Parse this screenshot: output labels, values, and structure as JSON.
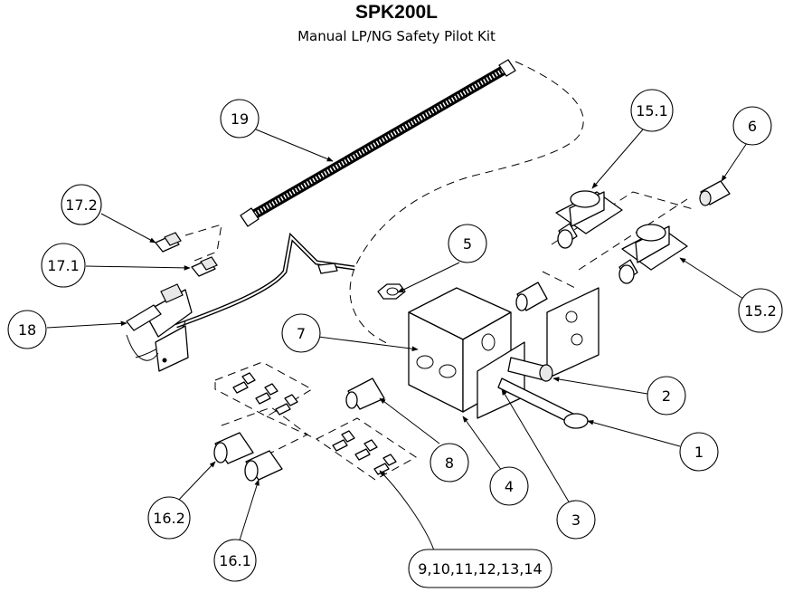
{
  "header": {
    "title": "SPK200L",
    "subtitle": "Manual LP/NG Safety Pilot Kit"
  },
  "callouts": [
    {
      "id": "c1",
      "label": "1"
    },
    {
      "id": "c2",
      "label": "2"
    },
    {
      "id": "c3",
      "label": "3"
    },
    {
      "id": "c4",
      "label": "4"
    },
    {
      "id": "c5",
      "label": "5"
    },
    {
      "id": "c6",
      "label": "6"
    },
    {
      "id": "c7",
      "label": "7"
    },
    {
      "id": "c8",
      "label": "8"
    },
    {
      "id": "c9",
      "label": "9,10,11,12,13,14"
    },
    {
      "id": "c151",
      "label": "15.1"
    },
    {
      "id": "c152",
      "label": "15.2"
    },
    {
      "id": "c161",
      "label": "16.1"
    },
    {
      "id": "c162",
      "label": "16.2"
    },
    {
      "id": "c171",
      "label": "17.1"
    },
    {
      "id": "c172",
      "label": "17.2"
    },
    {
      "id": "c18",
      "label": "18"
    },
    {
      "id": "c19",
      "label": "19"
    }
  ]
}
